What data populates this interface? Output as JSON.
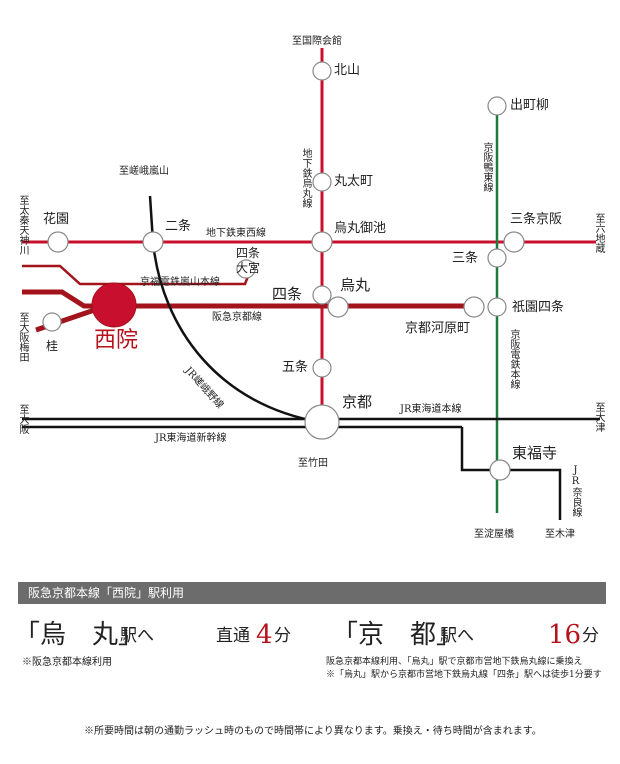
{
  "stations": {
    "kitayama": "北山",
    "demachiyanagi": "出町柳",
    "marutamachi": "丸太町",
    "karasuma_oike": "烏丸御池",
    "sanjo_keihan": "三条京阪",
    "sanjo": "三条",
    "hanazono": "花園",
    "nijo": "二条",
    "shijo_omiya": "四条\n大宮",
    "shijo": "四条",
    "karasuma": "烏丸",
    "gion_shijo": "祇園四条",
    "kyoto_kawaramachi": "京都河原町",
    "saiin": "西院",
    "katsura": "桂",
    "gojo": "五条",
    "kyoto": "京都",
    "tofukuji": "東福寺"
  },
  "lines": {
    "karasuma_line": "地下鉄烏丸線",
    "tozai_line": "地下鉄東西線",
    "randen_line": "京福電鉄嵐山本線",
    "hankyu_line": "阪急京都線",
    "keihan_oto_line": "京阪鴨東線",
    "keihan_main_line": "京阪電鉄本線",
    "sagano_line": "JR嵯峨野線",
    "tokaido_main_line": "JR東海道本線",
    "shinkansen": "JR東海道新幹線",
    "nara_line": "JR奈良線"
  },
  "directions": {
    "kokusai_kaikan": "至国際会館",
    "saga_arashiyama": "至嵯峨嵐山",
    "uzumasa": "至太秦天神川",
    "rokujizo": "至六地蔵",
    "osaka_umeda": "至大阪梅田",
    "osaka": "至大阪",
    "otsu": "至大津",
    "takeda": "至竹田",
    "yodoyabashi": "至淀屋橋",
    "kizu": "至木津"
  },
  "info": {
    "header": "阪急京都本線「西院」駅利用",
    "dest1": "「烏　丸」",
    "dest1_suffix": "駅へ",
    "dest1_type": "直通",
    "dest1_minutes": "4",
    "dest1_unit": "分",
    "dest1_note": "※阪急京都本線利用",
    "dest2": "「京　都」",
    "dest2_suffix": "駅へ",
    "dest2_minutes": "16",
    "dest2_unit": "分",
    "dest2_note1": "阪急京都本線利用、「烏丸」駅で京都市営地下鉄烏丸線に乗換え",
    "dest2_note2": "※「烏丸」駅から京都市営地下鉄烏丸線「四条」駅へは徒歩1分要す",
    "footnote": "※所要時間は朝の通勤ラッシュ時のもので時間帯により異なります。乗換え・待ち時間が含まれます。"
  },
  "colors": {
    "subway_red": "#c8102e",
    "hankyu_maroon": "#a3131b",
    "keihan_green": "#1e7a3a",
    "jr_black": "#111111",
    "bar_gray": "#6c6c6c"
  }
}
